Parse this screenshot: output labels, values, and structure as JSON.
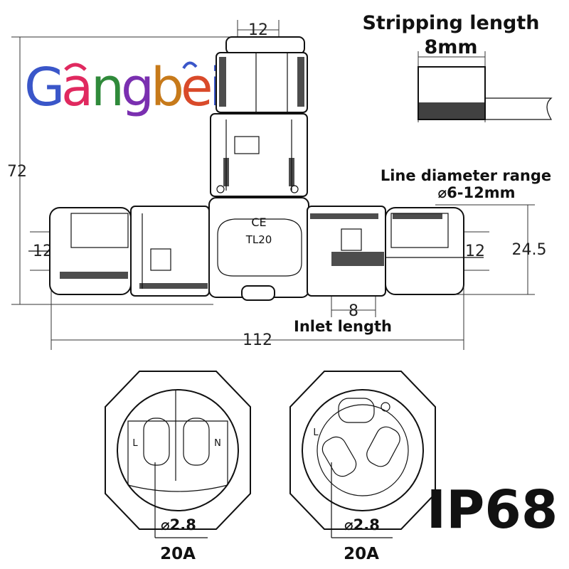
{
  "brand": {
    "letters": [
      {
        "ch": "G",
        "color": "#3a56c9"
      },
      {
        "ch": "a",
        "color": "#e0295f"
      },
      {
        "ch": "n",
        "color": "#2f8a3a"
      },
      {
        "ch": "g",
        "color": "#7a2fb0"
      },
      {
        "ch": "b",
        "color": "#c77a1a"
      },
      {
        "ch": "e",
        "color": "#d94a2a"
      },
      {
        "ch": "i",
        "color": "#3a56c9"
      }
    ]
  },
  "dimensions": {
    "top_width": "12",
    "height": "72",
    "left_dia": "12",
    "right_dia": "12",
    "body_height": "24.5",
    "inlet": "8",
    "total_length": "112"
  },
  "labels": {
    "stripping_title": "Stripping length",
    "stripping_value": "8mm",
    "line_range_title": "Line diameter range",
    "line_range_value": "⌀6-12mm",
    "inlet_length": "Inlet length",
    "ce_mark": "CE",
    "model": "TL20"
  },
  "connectors": [
    {
      "pins": [
        "L",
        "N"
      ],
      "hole": "⌀2.8",
      "current": "20A"
    },
    {
      "pins": [
        "L"
      ],
      "hole": "⌀2.8",
      "current": "20A"
    }
  ],
  "rating": "IP68",
  "colors": {
    "line": "#111111",
    "dim": "#333333"
  }
}
